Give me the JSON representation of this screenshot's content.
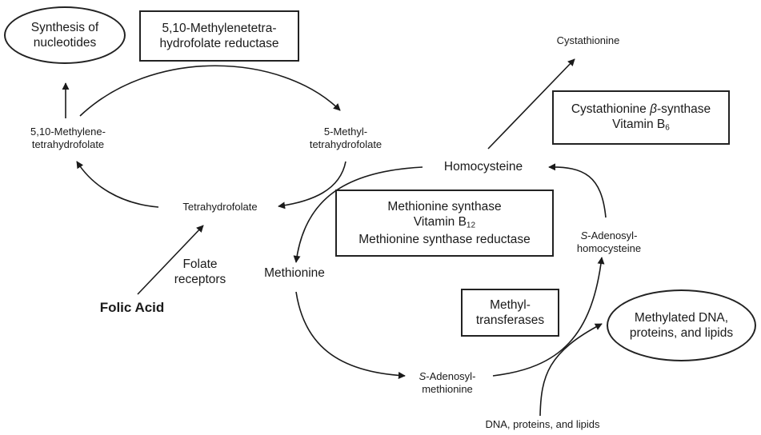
{
  "nodes": {
    "synthesis": [
      "Synthesis of",
      "nucleotides"
    ],
    "mthfr_box": [
      "5,10-Methylenetetra-",
      "hydrofolate reductase"
    ],
    "methylene_thf": [
      "5,10-Methylene-",
      "tetrahydrofolate"
    ],
    "methyl_thf": [
      "5-Methyl-",
      "tetrahydrofolate"
    ],
    "thf": "Tetrahydrofolate",
    "folate_receptors": [
      "Folate",
      "receptors"
    ],
    "folic_acid": "Folic Acid",
    "cystathionine": "Cystathionine",
    "cbs_box": {
      "line1": "Cystathionine ",
      "beta": "β",
      "line1_end": "-synthase",
      "vitamin": "Vitamin B",
      "sub": "6"
    },
    "homocysteine": "Homocysteine",
    "ms_box": {
      "line1": "Methionine synthase",
      "vitamin": "Vitamin B",
      "sub": "12",
      "line3": "Methionine synthase reductase"
    },
    "methionine": "Methionine",
    "sah": {
      "s": "S",
      "line1": "-Adenosyl-",
      "line2": "homocysteine"
    },
    "methyltransferases_box": [
      "Methyl-",
      "transferases"
    ],
    "methylated_ellipse": [
      "Methylated DNA,",
      "proteins, and lipids"
    ],
    "sam": {
      "s": "S",
      "line1": "-Adenosyl-",
      "line2": "methionine"
    },
    "dna_source": "DNA, proteins, and lipids"
  },
  "colors": {
    "stroke": "#1a1a1a",
    "background": "#ffffff"
  }
}
